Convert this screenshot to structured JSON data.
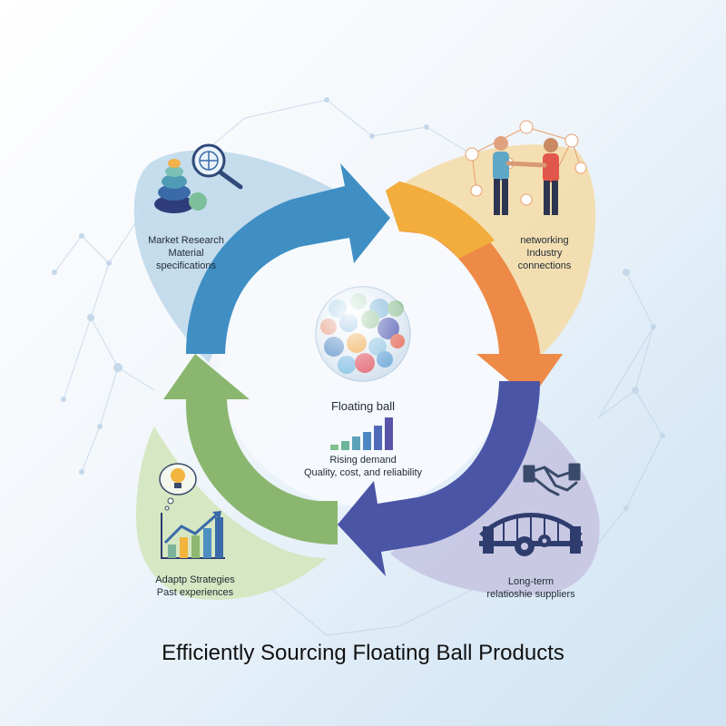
{
  "title": "Efficiently Sourcing Floating Ball Products",
  "center": {
    "label": "Floating ball",
    "lines": [
      "Rising demand",
      "Quality, cost, and reliability"
    ]
  },
  "quadrants": {
    "top_left": {
      "lines": [
        "Market Research",
        "Material",
        "specifications"
      ]
    },
    "top_right": {
      "lines": [
        "networking",
        "Industry",
        "connections"
      ]
    },
    "bottom_right": {
      "lines": [
        "Long-term",
        "relatioshie suppliers"
      ]
    },
    "bottom_left": {
      "lines": [
        "Adaptp Strategies",
        "Past experiences"
      ]
    }
  },
  "colors": {
    "blue_arrow": "#3f8fc4",
    "orange_arrow": "#f0a23c",
    "red_arrow": "#e36a5e",
    "purple_arrow": "#4d57a8",
    "green_arrow": "#86b36c",
    "blob_blue": "#bdd8ea",
    "blob_yellow": "#f4dca6",
    "blob_purple": "#c8c6e3",
    "blob_green": "#d4e6bf"
  },
  "icons": {
    "top_left": [
      "stacked-stones-icon",
      "magnifier-globe-icon"
    ],
    "top_right": [
      "handshake-people-icon",
      "network-nodes-icon"
    ],
    "bottom_right": [
      "handshake-icon",
      "bridge-gears-icon"
    ],
    "bottom_left": [
      "lightbulb-thought-icon",
      "growth-chart-icon"
    ],
    "center": [
      "floating-balls-icon",
      "bar-chart-icon"
    ]
  }
}
